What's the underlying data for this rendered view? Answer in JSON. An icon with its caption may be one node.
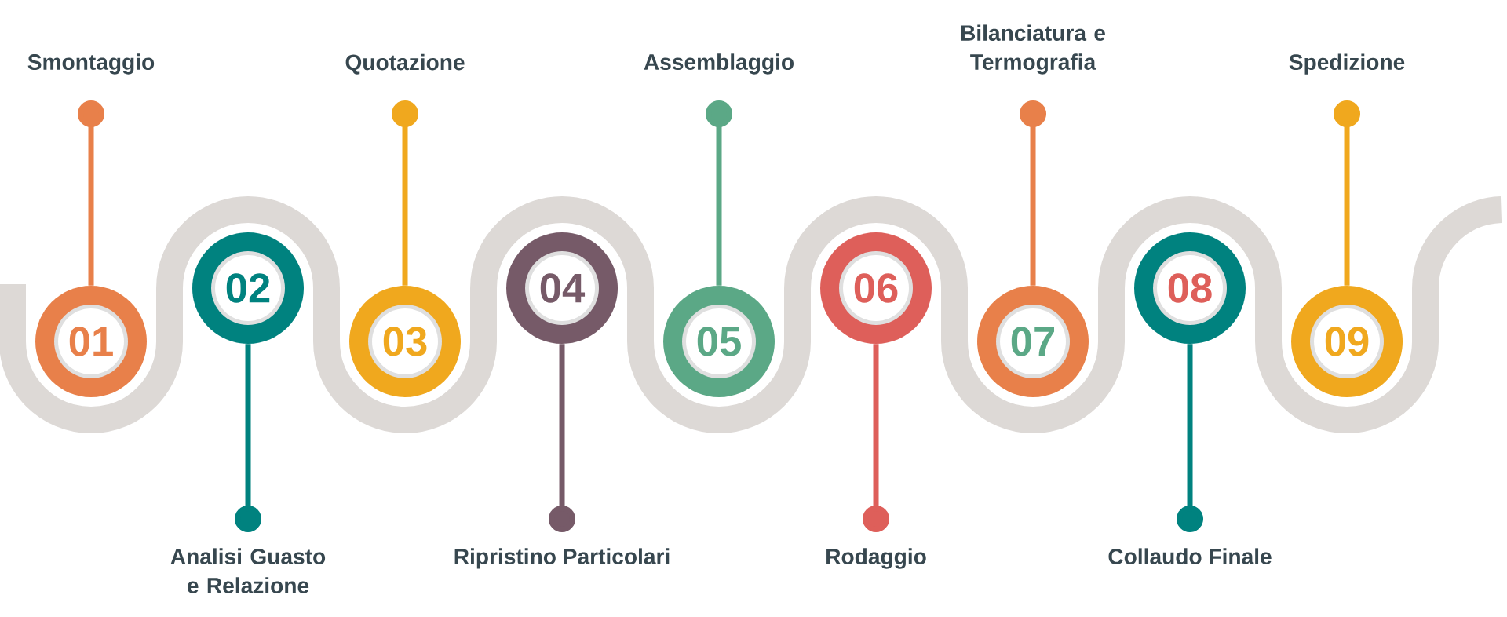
{
  "diagram": {
    "nodes": [
      {
        "text": [
          "01"
        ]
      },
      {
        "text": [
          "02"
        ]
      },
      {
        "text": [
          "03"
        ]
      },
      {
        "text": [
          "04"
        ]
      },
      {
        "text": [
          "05"
        ]
      },
      {
        "text": [
          "06"
        ]
      },
      {
        "text": [
          "07"
        ]
      },
      {
        "text": [
          "08"
        ]
      },
      {
        "text": [
          "09"
        ]
      },
      {
        "text": [
          "Smontaggio"
        ]
      },
      {
        "text": [
          "Analisi Guasto e Relazione"
        ]
      },
      {
        "text": [
          "Quotazione"
        ]
      },
      {
        "text": [
          "Ripristino Particolari"
        ]
      },
      {
        "text": [
          "Assemblaggio"
        ]
      },
      {
        "text": [
          "Rodaggio"
        ]
      },
      {
        "text": [
          "Bilanciatura e Termografia"
        ]
      },
      {
        "text": [
          "Collaudo Finale"
        ]
      },
      {
        "text": [
          "Spedizione"
        ]
      }
    ],
    "edges": [
      {
        "from": 9,
        "to": 0,
        "arrow": "other",
        "color": "#e8804a"
      },
      {
        "from": 10,
        "to": 1,
        "arrow": "other",
        "color": "#00827f"
      },
      {
        "from": 11,
        "to": 2,
        "arrow": "other",
        "color": "#f0a81e"
      },
      {
        "from": 12,
        "to": 3,
        "arrow": "other",
        "color": "#765a68"
      },
      {
        "from": 13,
        "to": 4,
        "arrow": "other",
        "color": "#5ba886"
      },
      {
        "from": 14,
        "to": 5,
        "arrow": "other",
        "color": "#de5f5a"
      },
      {
        "from": 15,
        "to": 6,
        "arrow": "other",
        "color": "#e8804a"
      },
      {
        "from": 16,
        "to": 7,
        "arrow": "other",
        "color": "#00827f"
      },
      {
        "from": 17,
        "to": 8,
        "arrow": "other",
        "color": "#f0a81e"
      }
    ]
  }
}
